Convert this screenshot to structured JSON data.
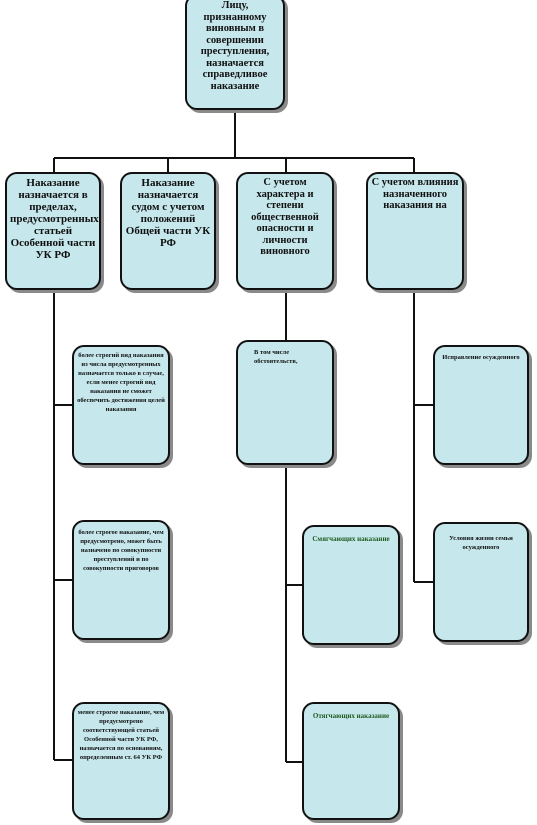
{
  "diagram": {
    "root": "Лицу, признанному виновным в совершении преступления, назначается справедливое наказание",
    "branches": [
      {
        "label": "Наказание назначается в пределах, предусмотренных статьей Особенной части УК РФ"
      },
      {
        "label": "Наказание назначается судом с учетом положений Общей части УК РФ"
      },
      {
        "label": "С учетом характера и степени общественной опасности и личности виновного"
      },
      {
        "label": "С учетом влияния назначенного наказания на"
      }
    ],
    "branch1_children": [
      "более строгий вид наказания из числа предусмотренных назначается только в случае, если менее строгий вид наказания не сможет обеспечить достижения целей наказания",
      "более строгое наказание, чем предусмотрено, может быть назначено по совокупности преступлений и по совокупности приговоров",
      "менее строгое наказание, чем предусмотрено соответствующей статьей Особенной части УК РФ, назначается по основаниям, определенным ст. 64 УК РФ"
    ],
    "branch3_child": "В том числе обстоятельств,",
    "branch3_grandchildren": [
      "Смягчающих наказание",
      "Отягчающих наказание"
    ],
    "branch4_children": [
      "Исправление осужденного",
      "Условия жизни семьи осужденного"
    ]
  }
}
